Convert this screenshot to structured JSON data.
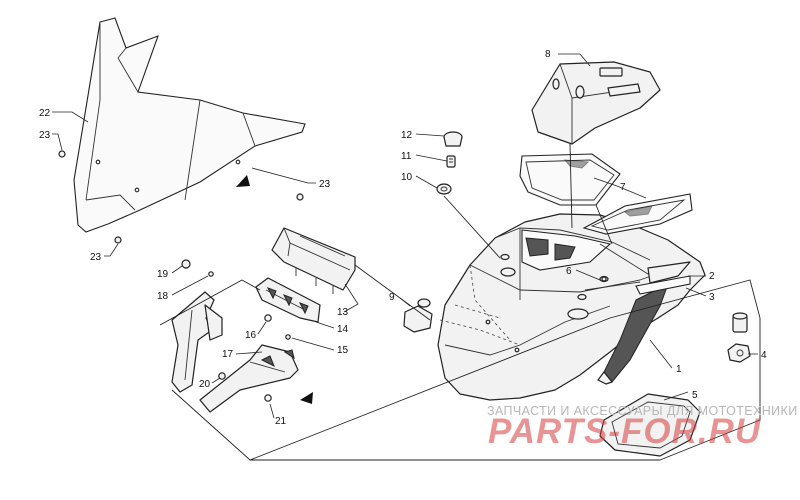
{
  "diagram": {
    "callouts": [
      {
        "id": "c1",
        "label": "1"
      },
      {
        "id": "c2",
        "label": "2"
      },
      {
        "id": "c3",
        "label": "3"
      },
      {
        "id": "c4",
        "label": "4"
      },
      {
        "id": "c5",
        "label": "5"
      },
      {
        "id": "c6",
        "label": "6"
      },
      {
        "id": "c7",
        "label": "7"
      },
      {
        "id": "c8",
        "label": "8"
      },
      {
        "id": "c9",
        "label": "9"
      },
      {
        "id": "c10",
        "label": "10"
      },
      {
        "id": "c11",
        "label": "11"
      },
      {
        "id": "c12",
        "label": "12"
      },
      {
        "id": "c13",
        "label": "13"
      },
      {
        "id": "c14",
        "label": "14"
      },
      {
        "id": "c15",
        "label": "15"
      },
      {
        "id": "c16",
        "label": "16"
      },
      {
        "id": "c17",
        "label": "17"
      },
      {
        "id": "c18",
        "label": "18"
      },
      {
        "id": "c19",
        "label": "19"
      },
      {
        "id": "c20",
        "label": "20"
      },
      {
        "id": "c21",
        "label": "21"
      },
      {
        "id": "c22",
        "label": "22"
      },
      {
        "id": "c23a",
        "label": "23"
      },
      {
        "id": "c23b",
        "label": "23"
      },
      {
        "id": "c23c",
        "label": "23"
      }
    ]
  },
  "watermark": {
    "tagline": "ЗАПЧАСТИ И АКСЕССУАРЫ ДЛЯ МОТОТЕХНИКИ",
    "logo": "PARTS-FOR.RU"
  },
  "colors": {
    "line": "#222222",
    "part_fill": "#f2f2f2",
    "watermark_red": "#d63c3c"
  }
}
